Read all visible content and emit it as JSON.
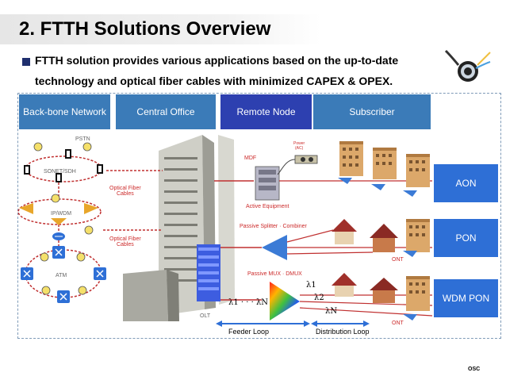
{
  "slide": {
    "title": "2. FTTH Solutions Overview",
    "bullet_line1": "FTTH solution provides various applications based on the up-to-date",
    "bullet_line2": "technology and optical fiber cables with minimized CAPEX & OPEX."
  },
  "headers": {
    "backbone": "Back-bone Network",
    "central_office": "Central Office",
    "remote_node": "Remote Node",
    "subscriber": "Subscriber"
  },
  "backbone_labels": {
    "pstn": "PSTN",
    "sonet": "SONET/SDH",
    "ipwdm": "IP/WDM",
    "atm": "ATM"
  },
  "co_labels": {
    "fiber1": "Optical Fiber\nCables",
    "fiber2": "Optical Fiber\nCables",
    "olt": "OLT"
  },
  "rn_labels": {
    "mdf": "MDF",
    "power": "Power\n(AC)",
    "active": "Active Equipment",
    "splitter": "Passive Splitter · Combiner",
    "mux": "Passive MUX · DMUX",
    "lambda_seq_main": "λ1 · · · λN",
    "lambda1": "λ1",
    "lambda2": "λ2",
    "lambdaN": "λN",
    "ont1": "ONT",
    "ont2": "ONT"
  },
  "side_boxes": {
    "aon": "AON",
    "pon": "PON",
    "wdm_pon": "WDM PON"
  },
  "loops": {
    "feeder": "Feeder Loop",
    "distribution": "Distribution Loop"
  },
  "logo": "OSC",
  "colors": {
    "header_blue": "#3b7bb8",
    "remote_node_blue": "#2d40b0",
    "side_box_blue": "#2e6fd6",
    "label_red": "#cc2a2a"
  }
}
